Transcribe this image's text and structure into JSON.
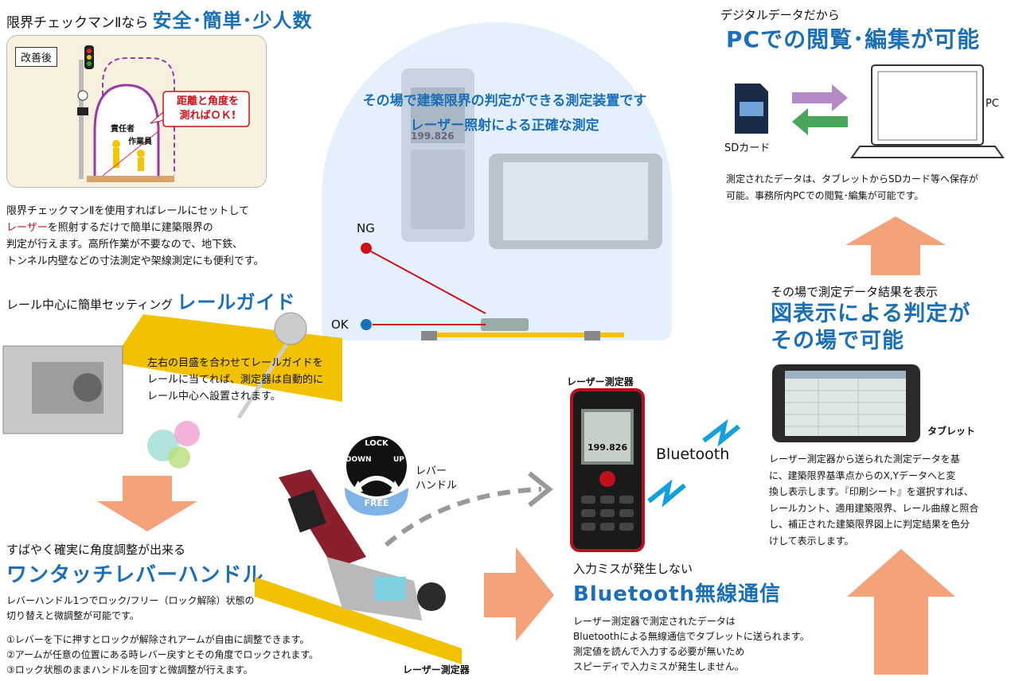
{
  "top_left": {
    "heading_prefix": "限界チェックマンⅡなら",
    "heading_main": "安全･簡単･少人数",
    "diagram": {
      "label_after": "改善後",
      "callout_line1": "距離と角度を",
      "callout_line2": "測ればＯＫ!",
      "person1": "責任者",
      "person2": "作業員"
    },
    "desc_line1": "限界チェックマンⅡを使用すればレールにセットして",
    "desc_line2_red": "レーザー",
    "desc_line2_rest": "を照射するだけで簡単に建築限界の",
    "desc_line3": "判定が行えます。高所作業が不要なので、地下鉄、",
    "desc_line4": "トンネル内壁などの寸法測定や架線測定にも便利です。"
  },
  "center_top": {
    "line1": "その場で建築限界の判定ができる測定装置です",
    "line2": "レーザー照射による正確な測定",
    "ng_label": "NG",
    "ok_label": "OK",
    "device_reading": "199.826"
  },
  "top_right": {
    "subheading": "デジタルデータだから",
    "heading": "PCでの閲覧･編集が可能",
    "sd_label": "SDカード",
    "pc_label": "PC",
    "desc_line1": "測定されたデータは、タブレットからSDカード等へ保存が",
    "desc_line2": "可能。事務所内PCでの閲覧･編集が可能です。"
  },
  "rail_guide": {
    "heading_prefix": "レール中心に簡単セッティング",
    "heading_main": "レールガイド",
    "desc_line1": "左右の目盛を合わせてレールガイドを",
    "desc_line2": "レールに当てれば、測定器は自動的に",
    "desc_line3": "レール中心へ設置されます。"
  },
  "lever": {
    "dial_lock": "LOCK",
    "dial_down": "DOWN",
    "dial_up": "UP",
    "dial_free": "FREE",
    "lever_label_line1": "レバー",
    "lever_label_line2": "ハンドル",
    "subheading": "すばやく確実に角度調整が出来る",
    "heading": "ワンタッチレバーハンドル",
    "desc_line1": "レバーハンドル1つでロック/フリー（ロック解除）状態の",
    "desc_line2": "切り替えと微調整が可能です。",
    "step1": "①レバーを下に押すとロックが解除されアームが自由に調整できます。",
    "step2": "②アームが任意の位置にある時レバー戻すとその角度でロックされます。",
    "step3": "③ロック状態のままハンドルを回すと微調整が行えます。",
    "device_label": "レーザー測定器"
  },
  "laser_device": {
    "label": "レーザー測定器",
    "reading": "199.826"
  },
  "bluetooth": {
    "link_label": "Bluetooth",
    "subheading": "入力ミスが発生しない",
    "heading": "Bluetooth無線通信",
    "desc_line1": "レーザー測定器で測定されたデータは",
    "desc_line2": "Bluetoothによる無線通信でタブレットに送られます。",
    "desc_line3": "測定値を読んで入力する必要が無いため",
    "desc_line4": "スピーディで入力ミスが発生しません。"
  },
  "display": {
    "subheading": "その場で測定データ結果を表示",
    "heading_line1": "図表示による判定が",
    "heading_line2": "その場で可能",
    "tablet_label": "タブレット",
    "desc_line1": "レーザー測定器から送られた測定データを基",
    "desc_line2": "に、建築限界基準点からのX,Yデータへと変",
    "desc_line3": "換し表示します。『印刷シート』を選択すれば、",
    "desc_line4": "レールカント、適用建築限界、レール曲線と照合",
    "desc_line5": "し、補正された建築限界図上に判定結果を色分",
    "desc_line6": "けして表示します。"
  },
  "colors": {
    "accent_blue": "#1b6fb8",
    "accent_red": "#d01018",
    "arrow_orange": "#f4a27a",
    "glow_blue": "#e4f0fb"
  }
}
